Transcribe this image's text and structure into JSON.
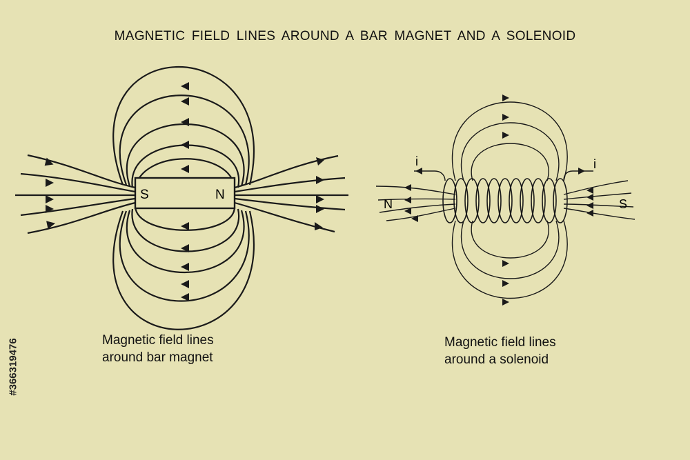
{
  "title": "MAGNETIC FIELD LINES AROUND A BAR MAGNET AND A SOLENOID",
  "bar_magnet": {
    "pole_left": "S",
    "pole_right": "N",
    "caption_line1": "Magnetic field lines",
    "caption_line2": "around bar magnet"
  },
  "solenoid": {
    "pole_left": "N",
    "pole_right": "S",
    "current_left": "i",
    "current_right": "i",
    "caption_line1": "Magnetic field lines",
    "caption_line2": "around a solenoid"
  },
  "image_id": "#366319476"
}
